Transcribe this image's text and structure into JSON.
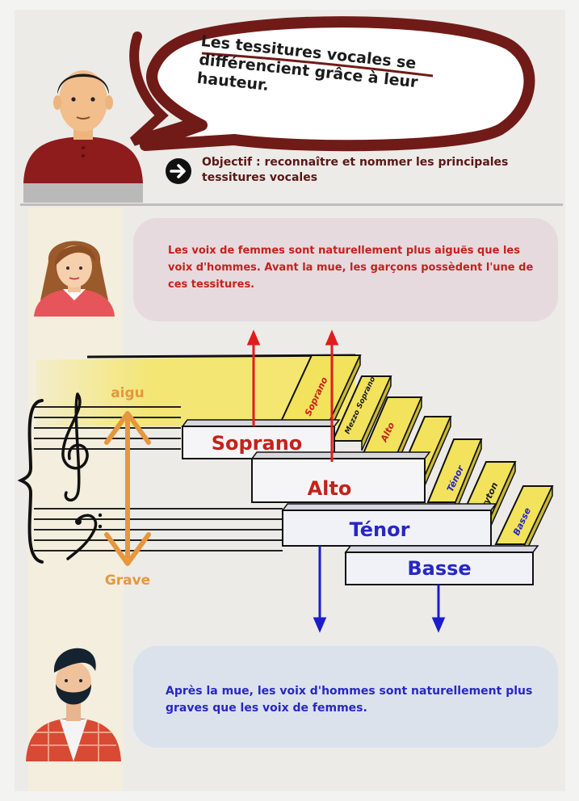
{
  "header": {
    "title": "Les tessitures vocales se différencient grâce à leur hauteur.",
    "objective": "Objectif : reconnaître et nommer les principales tessitures vocales",
    "arrow_icon": "arrow-right-circle-icon"
  },
  "women_panel": {
    "text": "Les voix de femmes sont naturellement plus aiguës que les voix d'hommes. Avant la mue, les garçons possèdent l'une de ces tessitures."
  },
  "men_panel": {
    "text": "Après la mue, les voix d'hommes sont naturellement plus graves que les voix de femmes."
  },
  "scale": {
    "high_label": "aigu",
    "low_label": "Grave"
  },
  "voices": [
    {
      "name": "Soprano",
      "group": "femme"
    },
    {
      "name": "Alto",
      "group": "femme"
    },
    {
      "name": "Ténor",
      "group": "homme"
    },
    {
      "name": "Basse",
      "group": "homme"
    }
  ],
  "stairs": [
    {
      "name": "Soprano"
    },
    {
      "name": "Mezzo Soprano"
    },
    {
      "name": "Alto"
    },
    {
      "name": ""
    },
    {
      "name": "Ténor"
    },
    {
      "name": "Baryton"
    },
    {
      "name": "Basse"
    }
  ],
  "colors": {
    "maroon": "#701b17",
    "women_text": "#c4221c",
    "men_text": "#2727c4",
    "scale_orange": "#e6973e",
    "stair_yellow": "#f2e25c",
    "women_panel_bg": "#e6dadf",
    "men_panel_bg": "#dbe2ec"
  }
}
